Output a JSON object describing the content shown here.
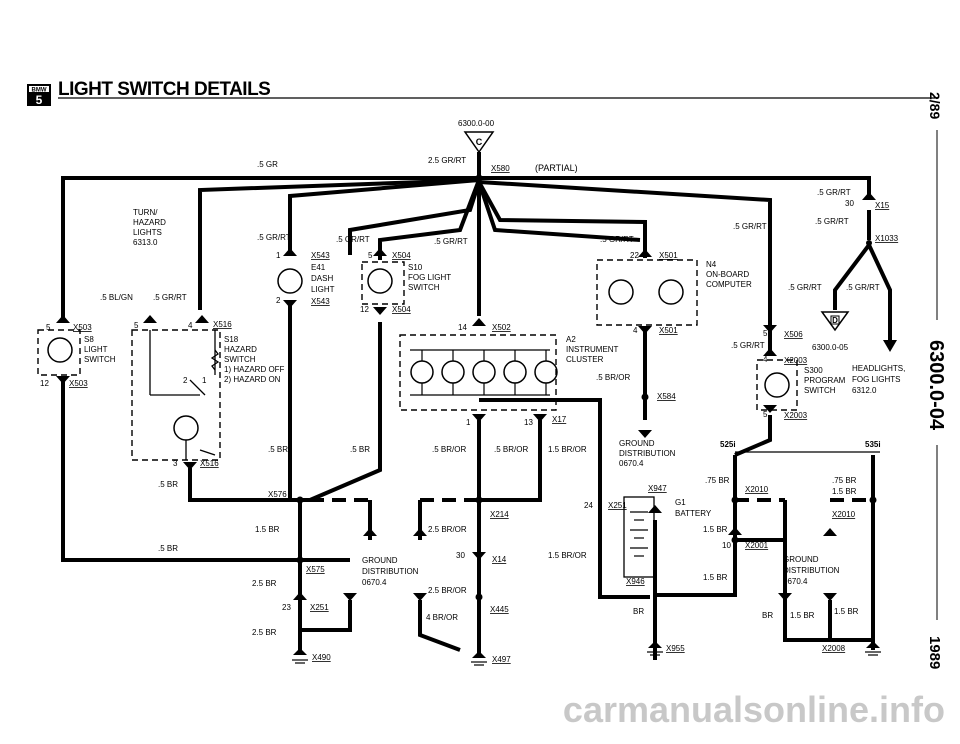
{
  "header": {
    "logo_top": "BMW",
    "logo_bottom": "5",
    "title": "LIGHT SWITCH DETAILS"
  },
  "side": {
    "page_ref": "2/89",
    "section": "6300.0-04",
    "year": "1989"
  },
  "top": {
    "ref": "6300.0-00",
    "flag": "C",
    "wire_main": "2.5 GR/RT",
    "conn_main": "X580",
    "partial": "(PARTIAL)",
    "wire_left": ".5 GR"
  },
  "left_switch": {
    "pin_top": "5",
    "conn_top": "X503",
    "id": "S8",
    "l1": "LIGHT",
    "l2": "SWITCH",
    "pin_bot": "12",
    "conn_bot": "X503",
    "wire_a": ".5 BL/GN",
    "wire_b": ".5 GR/RT"
  },
  "turn": {
    "l1": "TURN/",
    "l2": "HAZARD",
    "l3": "LIGHTS",
    "ref": "6313.0"
  },
  "hazard": {
    "pin_a": "5",
    "pin_b": "4",
    "conn_top": "X516",
    "id": "S18",
    "l1": "HAZARD",
    "l2": "SWITCH",
    "l3": "1) HAZARD OFF",
    "l4": "2) HAZARD ON",
    "p2": "2",
    "p1": "1",
    "pin_bot": "3",
    "conn_bot": "X516",
    "wire_out": ".5 BR",
    "wire_br": ".5 BR"
  },
  "dash": {
    "wire": ".5 GR/RT",
    "pin_top": "1",
    "conn_top": "X543",
    "id": "E41",
    "l1": "DASH",
    "l2": "LIGHT",
    "pin_bot": "2",
    "conn_bot": "X543",
    "wire_out": ".5 BR"
  },
  "fog": {
    "wire": ".5 GR/RT",
    "pin_top": "5",
    "conn_top": "X504",
    "id": "S10",
    "l1": "FOG LIGHT",
    "l2": "SWITCH",
    "pin_bot": "12",
    "conn_bot": "X504",
    "wire_out": ".5 BR"
  },
  "cluster": {
    "wire": ".5 GR/RT",
    "pin_top": "14",
    "conn_top": "X502",
    "id": "A2",
    "l1": "INSTRUMENT",
    "l2": "CLUSTER",
    "pin_l": "1",
    "pin_r": "13",
    "conn_bot": "X17",
    "wire_a": ".5 BR/OR",
    "wire_b": ".5 BR/OR",
    "wire_c": "1.5 BR/OR",
    "wire_d": ".5 BR/OR"
  },
  "obc": {
    "wire": ".5 GR/RT",
    "pin_top": "22",
    "conn_top": "X501",
    "id": "N4",
    "l1": "ON-BOARD",
    "l2": "COMPUTER",
    "pin_bot": "4",
    "conn_bot": "X501"
  },
  "fogsw": {
    "w1": ".5 GR/RT",
    "pin30": "30",
    "conn": "X15",
    "w2": ".5 GR/RT",
    "conn2": "X1033",
    "w3": ".5 GR/RT",
    "w4": ".5 GR/RT",
    "w5": ".5 GR/RT",
    "flag": "D",
    "ref": "6300.0-05",
    "pin5": "5",
    "conn506": "X506",
    "w6": ".5 GR/RT",
    "pin4": "4",
    "conn_top": "X2003",
    "id": "S300",
    "l1": "PROGRAM",
    "l2": "SWITCH",
    "pin_bot": "5",
    "conn_bot": "X2003",
    "head1": "HEADLIGHTS,",
    "head2": "FOG LIGHTS",
    "head_ref": "6312.0"
  },
  "ground": {
    "x576": "X576",
    "w576": "1.5 BR",
    "x214": "X214",
    "w214": "2.5 BR/OR",
    "x575": "X575",
    "gd1": "GROUND",
    "gd2": "DISTRIBUTION",
    "gd_ref": "0670.4",
    "pin30": "30",
    "x14": "X14",
    "w14": "1.5 BR/OR",
    "w575": "2.5 BR",
    "w_or": "2.5 BR/OR",
    "pin23": "23",
    "x251": "X251",
    "x445": "X445",
    "w4": "4 BR/OR",
    "w25b": "2.5 BR",
    "x490": "X490",
    "x497": "X497",
    "w_br5": ".5 BR"
  },
  "battery": {
    "x584": "X584",
    "gd1": "GROUND",
    "gd2": "DISTRIBUTION",
    "gd_ref": "0670.4",
    "pin24": "24",
    "x251": "X251",
    "x947": "X947",
    "id": "G1",
    "label": "BATTERY",
    "x946": "X946",
    "w_br": "BR",
    "x955": "X955",
    "w15": "1.5 BR/OR"
  },
  "variants": {
    "v525": "525i",
    "v535": "535i",
    "w75a": ".75 BR",
    "x2010a": "X2010",
    "w15a": "1.5 BR",
    "pin10": "10",
    "x2001": "X2001",
    "w15b": "1.5 BR",
    "w75b": ".75 BR",
    "w15c": "1.5 BR",
    "x2010b": "X2010",
    "gd1": "GROUND",
    "gd2": "DISTRIBUTION",
    "gd_ref": "0670.4",
    "br": "BR",
    "w15d": "1.5 BR",
    "w15e": "1.5 BR",
    "x2008": "X2008"
  },
  "footer": {
    "watermark": "carmanualsonline.info"
  }
}
